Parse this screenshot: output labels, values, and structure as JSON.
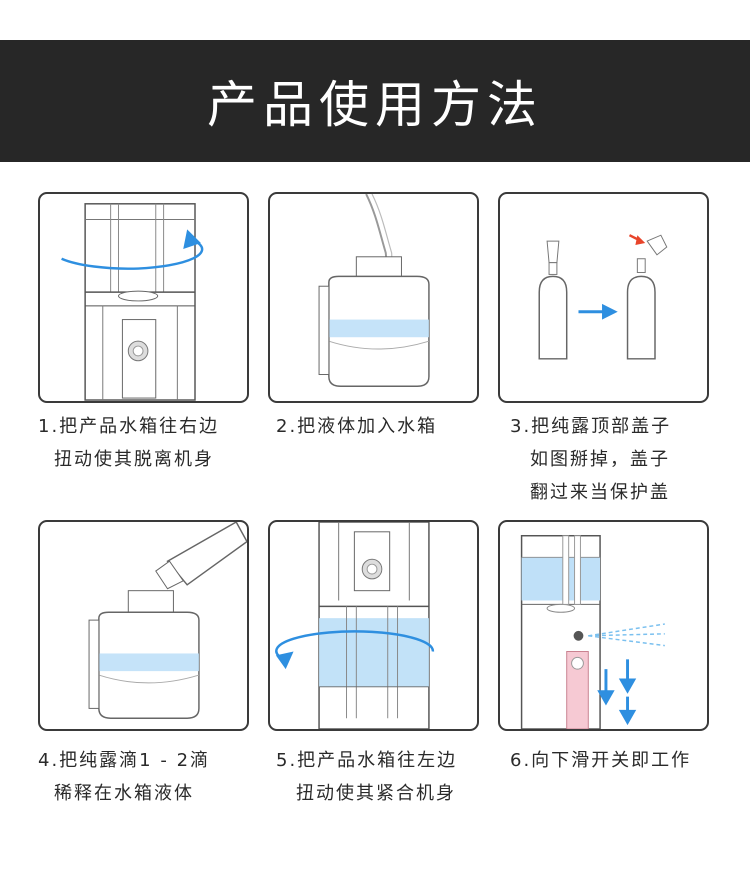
{
  "header": {
    "title": "产品使用方法"
  },
  "steps": [
    {
      "line1": "1.把产品水箱往右边",
      "line2": "扭动使其脱离机身",
      "line3": ""
    },
    {
      "line1": "2.把液体加入水箱",
      "line2": "",
      "line3": ""
    },
    {
      "line1": "3.把纯露顶部盖子",
      "line2": "如图掰掉，盖子",
      "line3": "翻过来当保护盖"
    },
    {
      "line1": "4.把纯露滴1 - 2滴",
      "line2": "稀释在水箱液体",
      "line3": ""
    },
    {
      "line1": "5.把产品水箱往左边",
      "line2": "扭动使其紧合机身",
      "line3": ""
    },
    {
      "line1": "6.向下滑开关即工作",
      "line2": "",
      "line3": ""
    }
  ],
  "colors": {
    "banner": "#272727",
    "accent_blue": "#2e8fe0",
    "water": "#bfe0f8",
    "switch_pink": "#f6c9d3",
    "arrow_red": "#e8442a"
  },
  "icons": [
    "rotate-right-arrow-icon",
    "pour-stream-icon",
    "transfer-arrow-icon",
    "droplet-icon",
    "rotate-left-arrow-icon",
    "slide-down-arrow-icon",
    "mist-spray-icon"
  ]
}
